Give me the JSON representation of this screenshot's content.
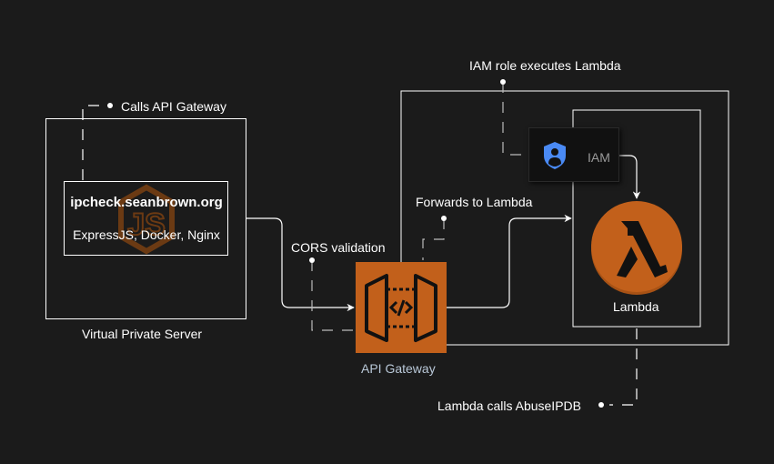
{
  "diagram": {
    "nodes": {
      "vps": {
        "label": "Virtual Private Server"
      },
      "ipcheck": {
        "title": "ipcheck.seanbrown.org",
        "subtitle": "ExpressJS, Docker, Nginx",
        "background_icon": "nodejs-icon"
      },
      "api_gateway": {
        "label": "API Gateway",
        "icon": "api-gateway-icon",
        "color": "#c2601b"
      },
      "iam": {
        "label": "IAM",
        "icon": "shield-user-icon",
        "icon_color": "#3b82f6"
      },
      "lambda": {
        "label": "Lambda",
        "icon": "lambda-icon",
        "color": "#c2601b"
      }
    },
    "annotations": {
      "calls_api": "Calls API Gateway",
      "cors": "CORS validation",
      "forwards": "Forwards to Lambda",
      "iam_role": "IAM role executes Lambda",
      "abuseipdb": "Lambda calls AbuseIPDB"
    },
    "colors": {
      "background": "#1b1b1b",
      "line": "#ffffff",
      "aws_orange": "#c2601b",
      "api_label": "#b9c8d8"
    }
  }
}
